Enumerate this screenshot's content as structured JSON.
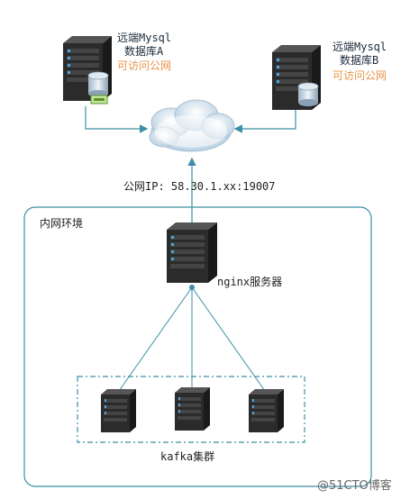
{
  "servers": {
    "db_a": {
      "line1": "远端Mysql",
      "line2": "数据库A",
      "note": "可访问公网"
    },
    "db_b": {
      "line1": "远端Mysql",
      "line2": "数据库B",
      "note": "可访问公网"
    },
    "nginx": {
      "label": "nginx服务器"
    }
  },
  "public_ip_label": "公网IP: 58.30.1.xx:19007",
  "intranet_label": "内网环境",
  "kafka_cluster_label": "kafka集群",
  "watermark": "@51CTO博客",
  "colors": {
    "server_body": "#2b2b2b",
    "server_led": "#4aa3e0",
    "line": "#3d8fa8",
    "border": "#3d8fa8",
    "note": "#e8944a"
  }
}
